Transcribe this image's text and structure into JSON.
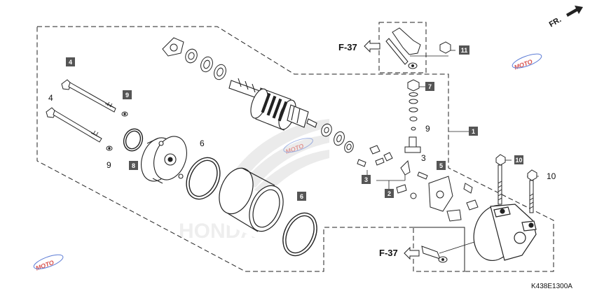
{
  "diagram": {
    "fr_label": "FR.",
    "diagram_code": "K438E1300A",
    "references": [
      "F-37",
      "F-37"
    ],
    "callouts": [
      {
        "num": "1",
        "boxed": true
      },
      {
        "num": "2",
        "boxed": true
      },
      {
        "num": "3",
        "boxed": true
      },
      {
        "num": "3",
        "boxed": false
      },
      {
        "num": "4",
        "boxed": true
      },
      {
        "num": "4",
        "boxed": false
      },
      {
        "num": "5",
        "boxed": true
      },
      {
        "num": "6",
        "boxed": false
      },
      {
        "num": "6",
        "boxed": true
      },
      {
        "num": "7",
        "boxed": true
      },
      {
        "num": "8",
        "boxed": true
      },
      {
        "num": "9",
        "boxed": true
      },
      {
        "num": "9",
        "boxed": false
      },
      {
        "num": "9",
        "boxed": false
      },
      {
        "num": "10",
        "boxed": true
      },
      {
        "num": "10",
        "boxed": false
      },
      {
        "num": "11",
        "boxed": true
      }
    ],
    "watermark": {
      "brand": "MOTO",
      "sub": "Honda",
      "center_text": "HONDA"
    },
    "colors": {
      "line": "#222222",
      "box_fill": "#555555",
      "watermark": "#c7c7c7",
      "wm_red": "#d9534f",
      "wm_blue": "#5b7bd5"
    }
  }
}
